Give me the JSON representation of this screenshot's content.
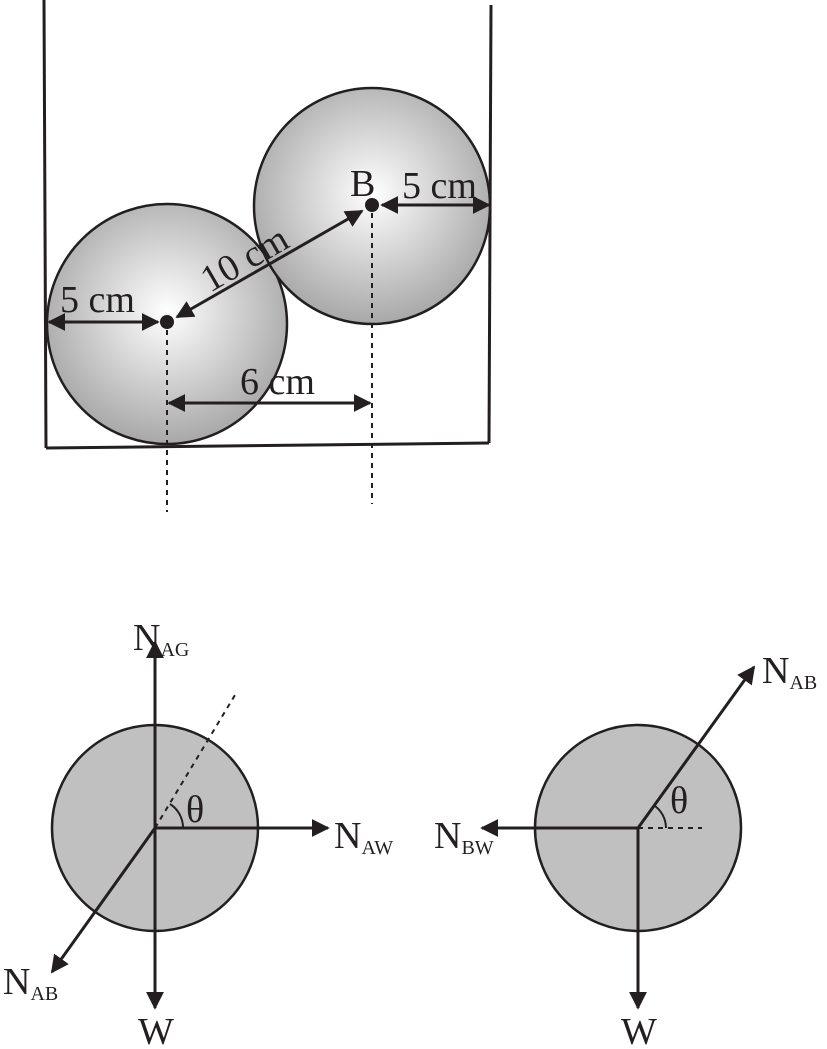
{
  "top_figure": {
    "point_b": "B",
    "dim_a_wall": "5 cm",
    "dim_centers": "10 cm",
    "dim_b_wall": "5 cm",
    "dim_horizontal": "6 cm"
  },
  "fbd_a": {
    "n_ag": {
      "main": "N",
      "sub": "AG"
    },
    "n_aw": {
      "main": "N",
      "sub": "AW"
    },
    "n_ab": {
      "main": "N",
      "sub": "AB"
    },
    "weight": "W",
    "angle": "θ"
  },
  "fbd_b": {
    "n_ab": {
      "main": "N",
      "sub": "AB"
    },
    "n_bw": {
      "main": "N",
      "sub": "BW"
    },
    "weight": "W",
    "angle": "θ"
  },
  "colors": {
    "ink": "#231f20",
    "sphere_fill": "#c0c0c0"
  }
}
